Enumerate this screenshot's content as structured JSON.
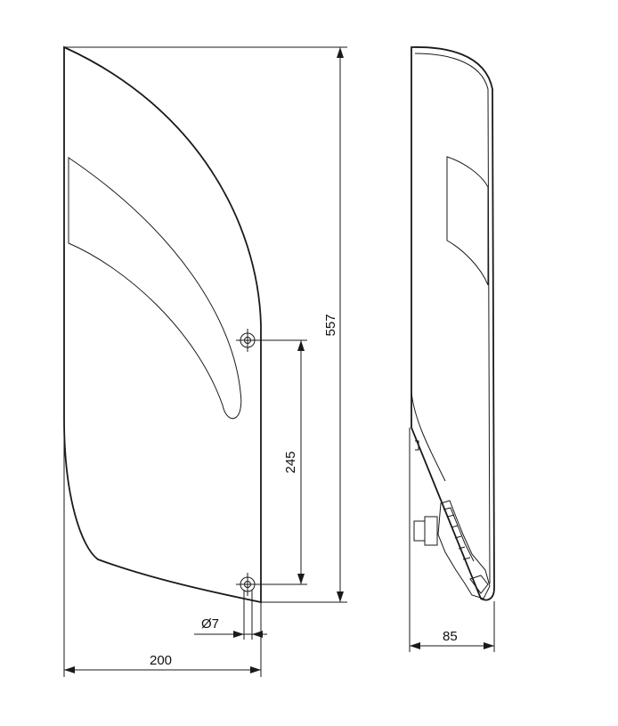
{
  "dimensions": {
    "height": "557",
    "hole_spacing": "245",
    "hole_diameter": "Ø7",
    "width": "200",
    "depth": "85"
  }
}
